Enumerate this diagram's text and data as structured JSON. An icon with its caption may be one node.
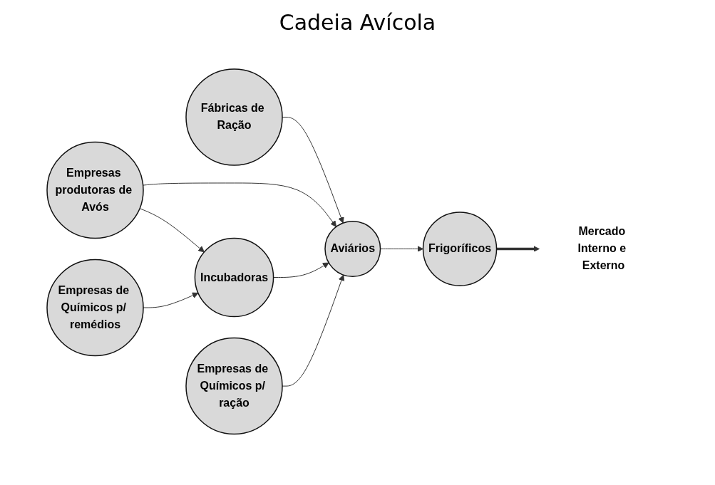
{
  "diagram": {
    "title": "Cadeia Avícola",
    "nodes": [
      {
        "text": [
          "Fábricas de Ração"
        ]
      },
      {
        "text": [
          "Empresas produtoras de Avós"
        ]
      },
      {
        "text": [
          "Empresas de Químicos p/ remédios"
        ]
      },
      {
        "text": [
          "Empresas de Químicos p/ ração"
        ]
      },
      {
        "text": [
          "Incubadoras"
        ]
      },
      {
        "text": [
          "Aviários"
        ]
      },
      {
        "text": [
          "Frigoríficos"
        ]
      },
      {
        "text": [
          "Mercado Interno e Externo"
        ]
      }
    ],
    "edges": [
      {
        "from": 0,
        "to": 5,
        "arrow": "to"
      },
      {
        "from": 1,
        "to": 4,
        "arrow": "to"
      },
      {
        "from": 1,
        "to": 5,
        "arrow": "to"
      },
      {
        "from": 2,
        "to": 4,
        "arrow": "to"
      },
      {
        "from": 4,
        "to": 5,
        "arrow": "to"
      },
      {
        "from": 3,
        "to": 5,
        "arrow": "to"
      },
      {
        "from": 5,
        "to": 6,
        "arrow": "to"
      },
      {
        "from": 6,
        "to": 7,
        "arrow": "to",
        "style": "thick"
      }
    ]
  }
}
